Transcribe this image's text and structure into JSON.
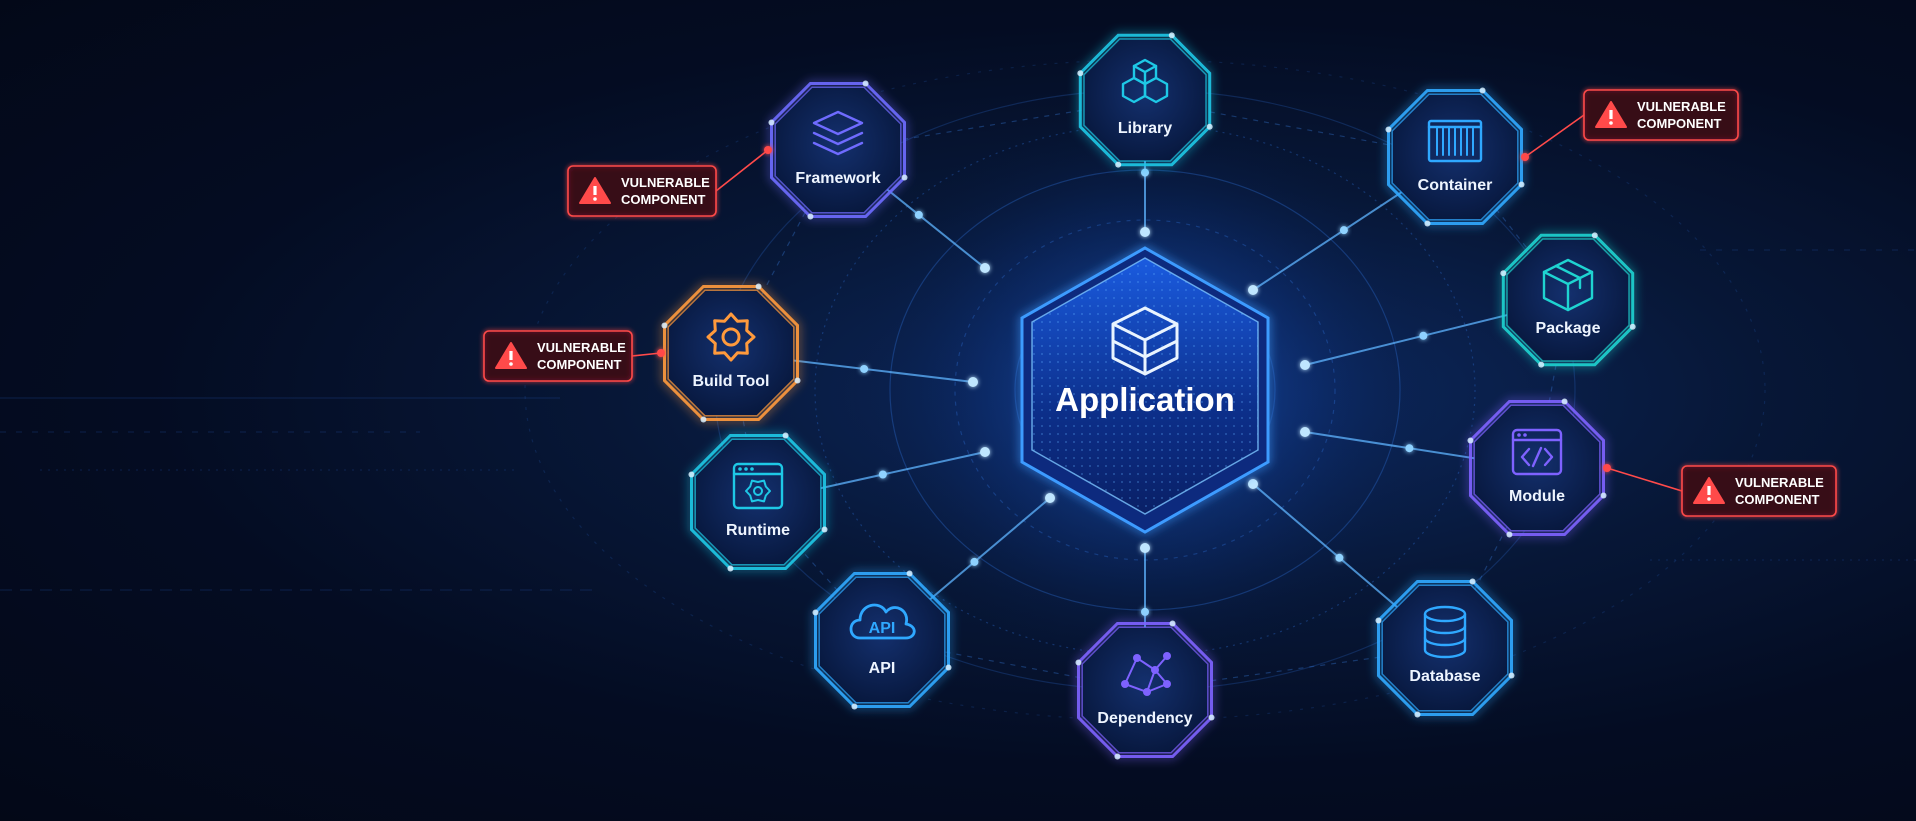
{
  "diagram": {
    "center": {
      "label": "Application",
      "icon": "cube-grid-icon",
      "color": "#2f8cff"
    },
    "nodes": [
      {
        "id": "library",
        "label": "Library",
        "icon": "cubes-icon",
        "color": "#1ec8e6",
        "vulnerable": false
      },
      {
        "id": "framework",
        "label": "Framework",
        "icon": "layers-icon",
        "color": "#6f6bff",
        "vulnerable": true
      },
      {
        "id": "container",
        "label": "Container",
        "icon": "container-icon",
        "color": "#2fa8ff",
        "vulnerable": true
      },
      {
        "id": "build-tool",
        "label": "Build Tool",
        "icon": "gear-icon",
        "color": "#ff9a3c",
        "vulnerable": true
      },
      {
        "id": "package",
        "label": "Package",
        "icon": "box-icon",
        "color": "#1fd3d0",
        "vulnerable": false
      },
      {
        "id": "module",
        "label": "Module",
        "icon": "code-window-icon",
        "color": "#7e62ff",
        "vulnerable": true
      },
      {
        "id": "runtime",
        "label": "Runtime",
        "icon": "gear-window-icon",
        "color": "#1ec8e6",
        "vulnerable": false
      },
      {
        "id": "api",
        "label": "API",
        "icon": "cloud-api-icon",
        "color": "#2fa8ff",
        "vulnerable": false
      },
      {
        "id": "dependency",
        "label": "Dependency",
        "icon": "graph-icon",
        "color": "#7e62ff",
        "vulnerable": false
      },
      {
        "id": "database",
        "label": "Database",
        "icon": "database-icon",
        "color": "#2fa8ff",
        "vulnerable": false
      }
    ],
    "warning": {
      "line1": "VULNERABLE",
      "line2": "COMPONENT",
      "icon": "warning-triangle-icon",
      "color": "#ff4a4a"
    },
    "api_icon_text": "API"
  }
}
